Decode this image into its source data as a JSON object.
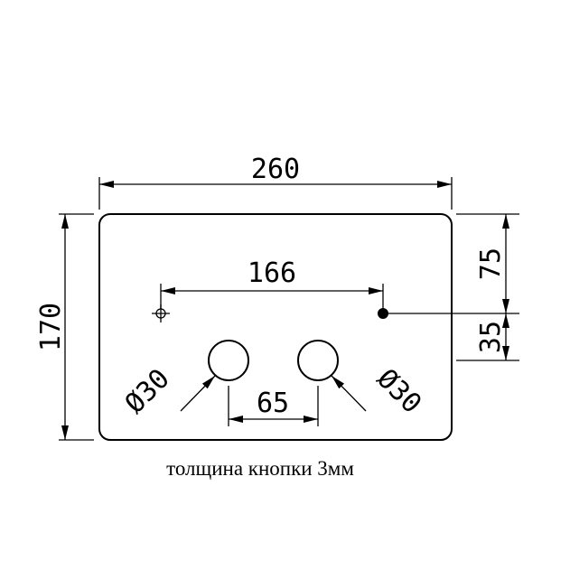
{
  "drawing": {
    "dimensions": {
      "plate_width": "260",
      "plate_height": "170",
      "mount_hole_spacing": "166",
      "top_edge_to_mount_holes": "75",
      "mount_holes_to_buttons": "35",
      "button_spacing": "65",
      "button_diameter_left": "Ø30",
      "button_diameter_right": "Ø30"
    },
    "note": "толщина кнопки 3мм"
  },
  "colors": {
    "line": "#000000",
    "background": "#ffffff",
    "mount_hole_fill": "#000000"
  }
}
